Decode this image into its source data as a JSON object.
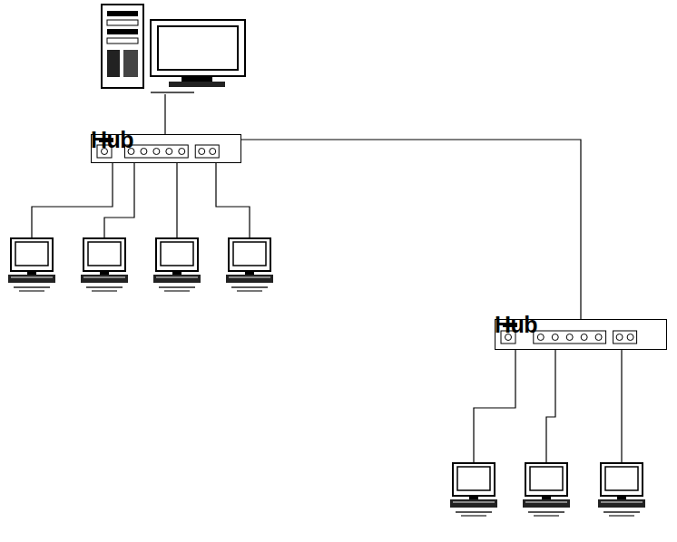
{
  "diagram": {
    "nodes": [
      {
        "text": [
          "Hub"
        ]
      },
      {
        "text": [
          "Hub"
        ]
      }
    ],
    "edges": [
      {
        "from": 0,
        "to": 1,
        "arrow": "none"
      }
    ]
  }
}
